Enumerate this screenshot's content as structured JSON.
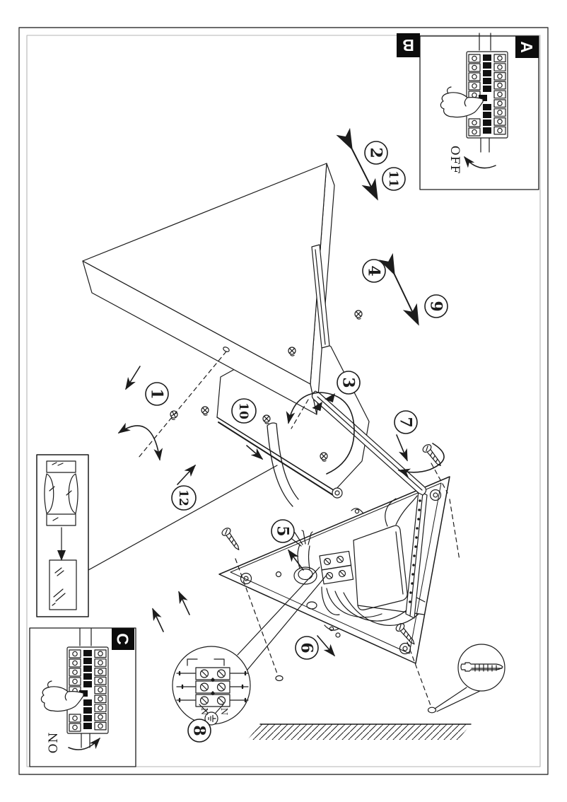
{
  "page": {
    "background": "#ffffff",
    "ink": "#1c1c1c",
    "border_outer_color": "#3c3c3c",
    "border_inner_color": "#b5b5b5",
    "label_bg": "#0c0c0c",
    "label_fg": "#ffffff"
  },
  "section_labels": {
    "main": "B",
    "power_off_inset": "A",
    "power_on_inset": "C"
  },
  "power_states": {
    "off": "OFF",
    "on": "ON"
  },
  "terminal_labels": {
    "neutral_left": "N",
    "neutral_right": "N"
  },
  "icons": {
    "earth": "earth-ground-symbol",
    "wall_plug": "wall-plug-anchor",
    "pointing_hand": "pointing-hand",
    "breaker_panel": "circuit-breaker-panel",
    "wall_hatch": "wall-section-hatch"
  },
  "step_markers": [
    "1",
    "2",
    "3",
    "4",
    "5",
    "6",
    "7",
    "8",
    "9",
    "10",
    "11",
    "12"
  ]
}
